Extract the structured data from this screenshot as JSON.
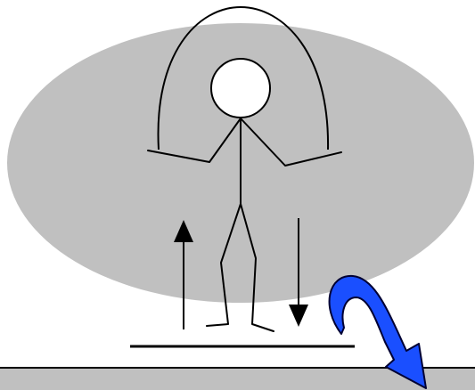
{
  "diagram": {
    "colors": {
      "background": "#ffffff",
      "ellipse_fill": "#c0c0c0",
      "bottom_band": "#c0c0c0",
      "line": "#000000",
      "figure_head_fill": "#ffffff",
      "curved_arrow_fill": "#1a4fff",
      "curved_arrow_stroke": "#000033"
    },
    "elements": [
      "gray-ellipse",
      "stick-figure",
      "jump-rope",
      "up-arrow",
      "down-arrow",
      "ground-line",
      "curved-blue-arrow",
      "bottom-band"
    ]
  }
}
